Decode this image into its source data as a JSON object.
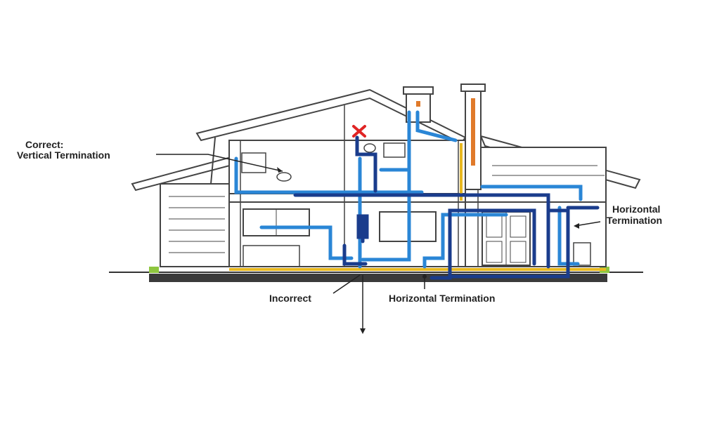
{
  "labels": {
    "correct_line1": "Correct:",
    "correct_line2": "Vertical Termination",
    "horizontal_right_line1": "Horizontal",
    "horizontal_right_line2": "Termination",
    "incorrect": "Incorrect",
    "horizontal_bottom": "Horizontal Termination"
  },
  "colors": {
    "outline": "#444444",
    "light_blue_pipe": "#2a86d6",
    "dark_blue_pipe": "#1a3c8c",
    "yellow_pipe": "#e8b820",
    "orange_flue": "#e07a2a",
    "incorrect_mark": "#e02424",
    "ground": "#333333",
    "grass": "#8ec63f"
  },
  "icons": {
    "incorrect_mark": "red-x-icon"
  }
}
